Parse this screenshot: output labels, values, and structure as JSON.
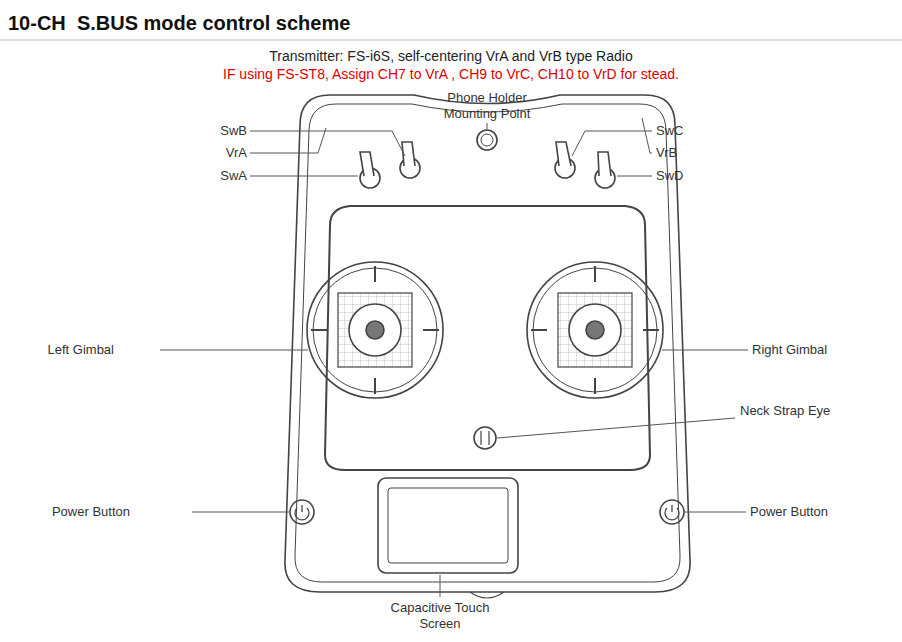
{
  "diagram": {
    "title": "10-CH  S.BUS mode control scheme",
    "labels": [
      "Transmitter: FS-i6S, self-centering VrA and VrB type Radio",
      "IF using FS-ST8, Assign CH7 to VrA , CH9 to VrC, CH10 to VrD for stead.",
      "Phone Holder Mounting Point",
      "SwB",
      "VrA",
      "SwA",
      "SwC",
      "VrB",
      "SwD",
      "Left Gimbal",
      "Right Gimbal",
      "Neck Strap Eye",
      "Power Button",
      "Power Button",
      "Capacitive Touch Screen"
    ]
  }
}
